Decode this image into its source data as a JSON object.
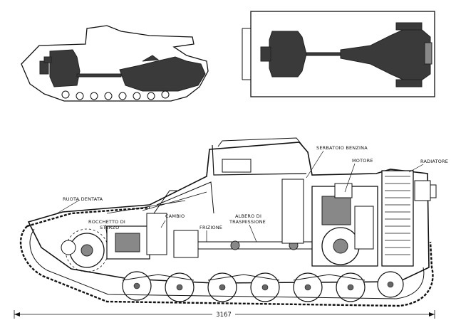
{
  "labels": {
    "ruota_dentata": "RUOTA DENTATA",
    "rocchetto_sterzo_1": "ROCCHETTO DI",
    "rocchetto_sterzo_2": "STERZO",
    "cambio": "CAMBIO",
    "frizione": "FRIZIONE",
    "albero_trasmissione_1": "ALBERO DI",
    "albero_trasmissione_2": "TRASMISSIONE",
    "serbatoio_benzina": "SERBATOIO BENZINA",
    "motore": "MOTORE",
    "radiatore": "RADIATORE"
  },
  "dimension": {
    "overall_length": "3167"
  }
}
